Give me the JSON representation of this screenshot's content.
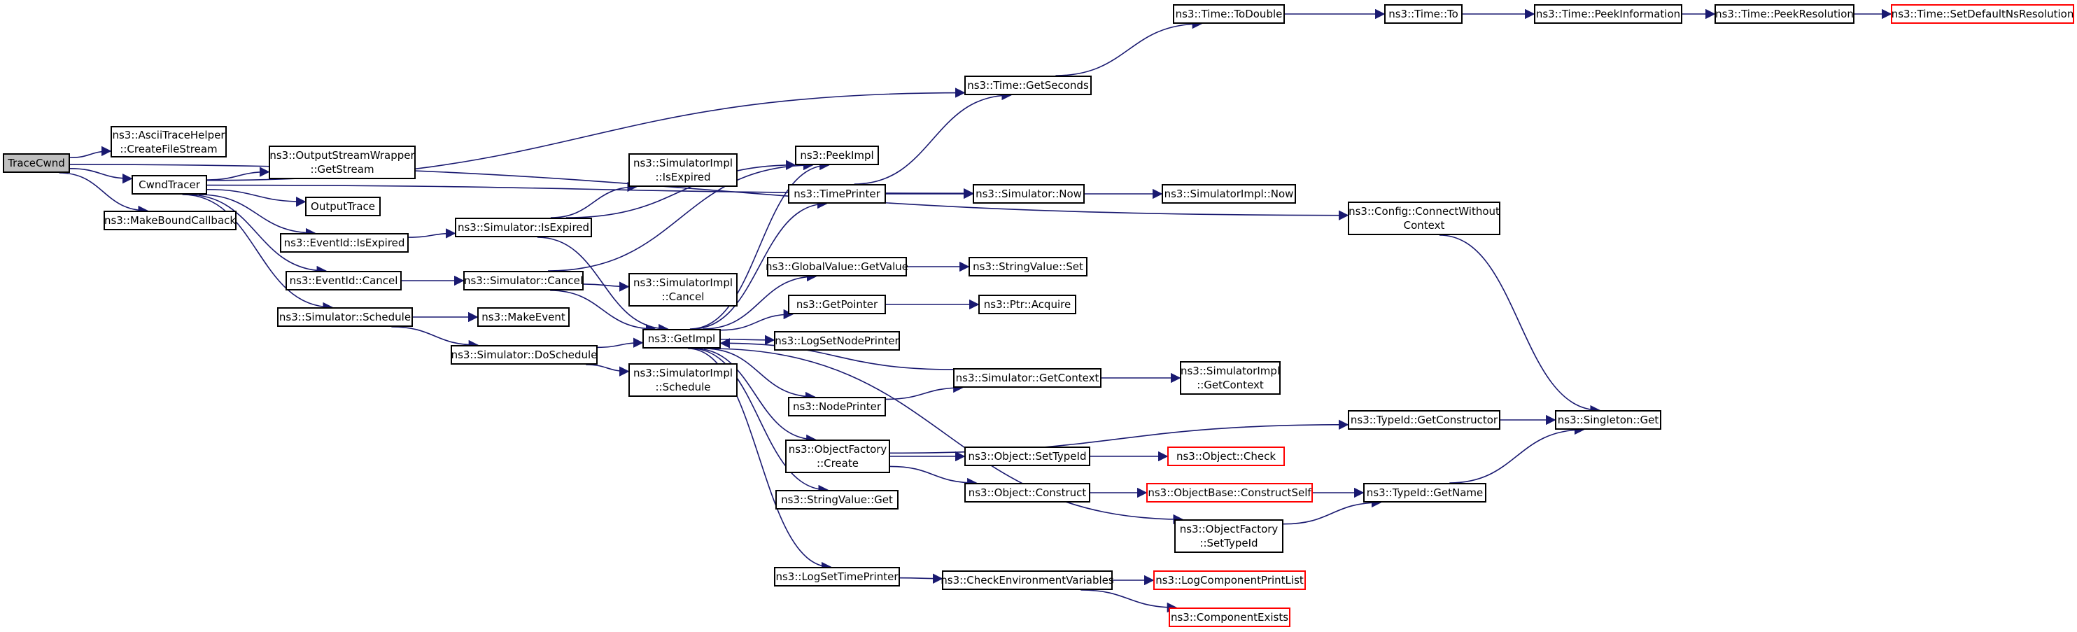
{
  "graph": {
    "edge_color": "#191970",
    "nodes": {
      "trace_cwnd": [
        "TraceCwnd"
      ],
      "ascii_trace_helper": [
        "ns3::AsciiTraceHelper",
        "::CreateFileStream"
      ],
      "cwnd_tracer": [
        "CwndTracer"
      ],
      "make_bound_callback": [
        "ns3::MakeBoundCallback"
      ],
      "output_stream_wrapper": [
        "ns3::OutputStreamWrapper",
        "::GetStream"
      ],
      "output_trace": [
        "OutputTrace"
      ],
      "eventid_isexpired": [
        "ns3::EventId::IsExpired"
      ],
      "eventid_cancel": [
        "ns3::EventId::Cancel"
      ],
      "simulator_schedule": [
        "ns3::Simulator::Schedule"
      ],
      "simulator_isexpired": [
        "ns3::Simulator::IsExpired"
      ],
      "simulator_cancel": [
        "ns3::Simulator::Cancel"
      ],
      "make_event": [
        "ns3::MakeEvent"
      ],
      "simulator_doschedule": [
        "ns3::Simulator::DoSchedule"
      ],
      "simimpl_isexpired": [
        "ns3::SimulatorImpl",
        "::IsExpired"
      ],
      "simimpl_cancel": [
        "ns3::SimulatorImpl",
        "::Cancel"
      ],
      "simimpl_schedule": [
        "ns3::SimulatorImpl",
        "::Schedule"
      ],
      "getimpl": [
        "ns3::GetImpl"
      ],
      "peekimpl": [
        "ns3::PeekImpl"
      ],
      "timeprinter": [
        "ns3::TimePrinter"
      ],
      "globalvalue_getvalue": [
        "ns3::GlobalValue::GetValue"
      ],
      "getpointer": [
        "ns3::GetPointer"
      ],
      "logsetnodeprinter": [
        "ns3::LogSetNodePrinter"
      ],
      "nodeprinter": [
        "ns3::NodePrinter"
      ],
      "objectfactory_create": [
        "ns3::ObjectFactory",
        "::Create"
      ],
      "stringvalue_get": [
        "ns3::StringValue::Get"
      ],
      "logsettimeprinter": [
        "ns3::LogSetTimePrinter"
      ],
      "time_getseconds": [
        "ns3::Time::GetSeconds"
      ],
      "simulator_now": [
        "ns3::Simulator::Now"
      ],
      "stringvalue_set": [
        "ns3::StringValue::Set"
      ],
      "ptr_acquire": [
        "ns3::Ptr::Acquire"
      ],
      "simulator_getcontext": [
        "ns3::Simulator::GetContext"
      ],
      "object_settypeid": [
        "ns3::Object::SetTypeId"
      ],
      "object_construct": [
        "ns3::Object::Construct"
      ],
      "objectfactory_settypeid": [
        "ns3::ObjectFactory",
        "::SetTypeId"
      ],
      "checkenvvars": [
        "ns3::CheckEnvironmentVariables"
      ],
      "time_todouble": [
        "ns3::Time::ToDouble"
      ],
      "simimpl_now": [
        "ns3::SimulatorImpl::Now"
      ],
      "simimpl_getcontext": [
        "ns3::SimulatorImpl",
        "::GetContext"
      ],
      "object_check": [
        "ns3::Object::Check"
      ],
      "objectbase_constructself": [
        "ns3::ObjectBase::ConstructSelf"
      ],
      "logcomponentprintlist": [
        "ns3::LogComponentPrintList"
      ],
      "componentexists": [
        "ns3::ComponentExists"
      ],
      "time_to": [
        "ns3::Time::To"
      ],
      "config_connect": [
        "ns3::Config::ConnectWithout",
        "Context"
      ],
      "typeid_getconstructor": [
        "ns3::TypeId::GetConstructor"
      ],
      "typeid_getname": [
        "ns3::TypeId::GetName"
      ],
      "time_peekinformation": [
        "ns3::Time::PeekInformation"
      ],
      "singleton_get": [
        "ns3::Singleton::Get"
      ],
      "time_peekresolution": [
        "ns3::Time::PeekResolution"
      ],
      "time_setdefaultnsresolution": [
        "ns3::Time::SetDefaultNsResolution"
      ]
    },
    "edges": [
      [
        "trace_cwnd",
        "ascii_trace_helper"
      ],
      [
        "trace_cwnd",
        "cwnd_tracer"
      ],
      [
        "trace_cwnd",
        "make_bound_callback"
      ],
      [
        "trace_cwnd",
        "config_connect"
      ],
      [
        "cwnd_tracer",
        "output_stream_wrapper"
      ],
      [
        "cwnd_tracer",
        "output_trace"
      ],
      [
        "cwnd_tracer",
        "eventid_isexpired"
      ],
      [
        "cwnd_tracer",
        "eventid_cancel"
      ],
      [
        "cwnd_tracer",
        "simulator_schedule"
      ],
      [
        "cwnd_tracer",
        "time_getseconds"
      ],
      [
        "cwnd_tracer",
        "simulator_now"
      ],
      [
        "eventid_isexpired",
        "simulator_isexpired"
      ],
      [
        "eventid_cancel",
        "simulator_cancel"
      ],
      [
        "simulator_schedule",
        "make_event"
      ],
      [
        "simulator_schedule",
        "simulator_doschedule"
      ],
      [
        "simulator_isexpired",
        "simimpl_isexpired"
      ],
      [
        "simulator_isexpired",
        "getimpl"
      ],
      [
        "simulator_isexpired",
        "peekimpl"
      ],
      [
        "simulator_cancel",
        "simimpl_cancel"
      ],
      [
        "simulator_cancel",
        "getimpl"
      ],
      [
        "simulator_cancel",
        "peekimpl"
      ],
      [
        "simulator_doschedule",
        "getimpl"
      ],
      [
        "simulator_doschedule",
        "simimpl_schedule"
      ],
      [
        "getimpl",
        "peekimpl"
      ],
      [
        "getimpl",
        "timeprinter"
      ],
      [
        "getimpl",
        "globalvalue_getvalue"
      ],
      [
        "getimpl",
        "getpointer"
      ],
      [
        "getimpl",
        "logsetnodeprinter"
      ],
      [
        "getimpl",
        "nodeprinter"
      ],
      [
        "getimpl",
        "objectfactory_create"
      ],
      [
        "getimpl",
        "stringvalue_get"
      ],
      [
        "getimpl",
        "logsettimeprinter"
      ],
      [
        "getimpl",
        "objectfactory_settypeid"
      ],
      [
        "timeprinter",
        "time_getseconds"
      ],
      [
        "timeprinter",
        "simulator_now"
      ],
      [
        "simulator_now",
        "simimpl_now"
      ],
      [
        "globalvalue_getvalue",
        "stringvalue_set"
      ],
      [
        "getpointer",
        "ptr_acquire"
      ],
      [
        "nodeprinter",
        "simulator_getcontext"
      ],
      [
        "simulator_getcontext",
        "getimpl"
      ],
      [
        "simulator_getcontext",
        "simimpl_getcontext"
      ],
      [
        "objectfactory_create",
        "object_settypeid"
      ],
      [
        "objectfactory_create",
        "object_construct"
      ],
      [
        "objectfactory_create",
        "typeid_getconstructor"
      ],
      [
        "object_settypeid",
        "object_check"
      ],
      [
        "object_construct",
        "objectbase_constructself"
      ],
      [
        "objectbase_constructself",
        "typeid_getname"
      ],
      [
        "objectfactory_settypeid",
        "typeid_getname"
      ],
      [
        "logsettimeprinter",
        "checkenvvars"
      ],
      [
        "checkenvvars",
        "logcomponentprintlist"
      ],
      [
        "checkenvvars",
        "componentexists"
      ],
      [
        "time_getseconds",
        "time_todouble"
      ],
      [
        "time_todouble",
        "time_to"
      ],
      [
        "time_to",
        "time_peekinformation"
      ],
      [
        "time_peekinformation",
        "time_peekresolution"
      ],
      [
        "time_peekresolution",
        "time_setdefaultnsresolution"
      ],
      [
        "config_connect",
        "singleton_get"
      ],
      [
        "typeid_getconstructor",
        "singleton_get"
      ],
      [
        "typeid_getname",
        "singleton_get"
      ]
    ]
  }
}
